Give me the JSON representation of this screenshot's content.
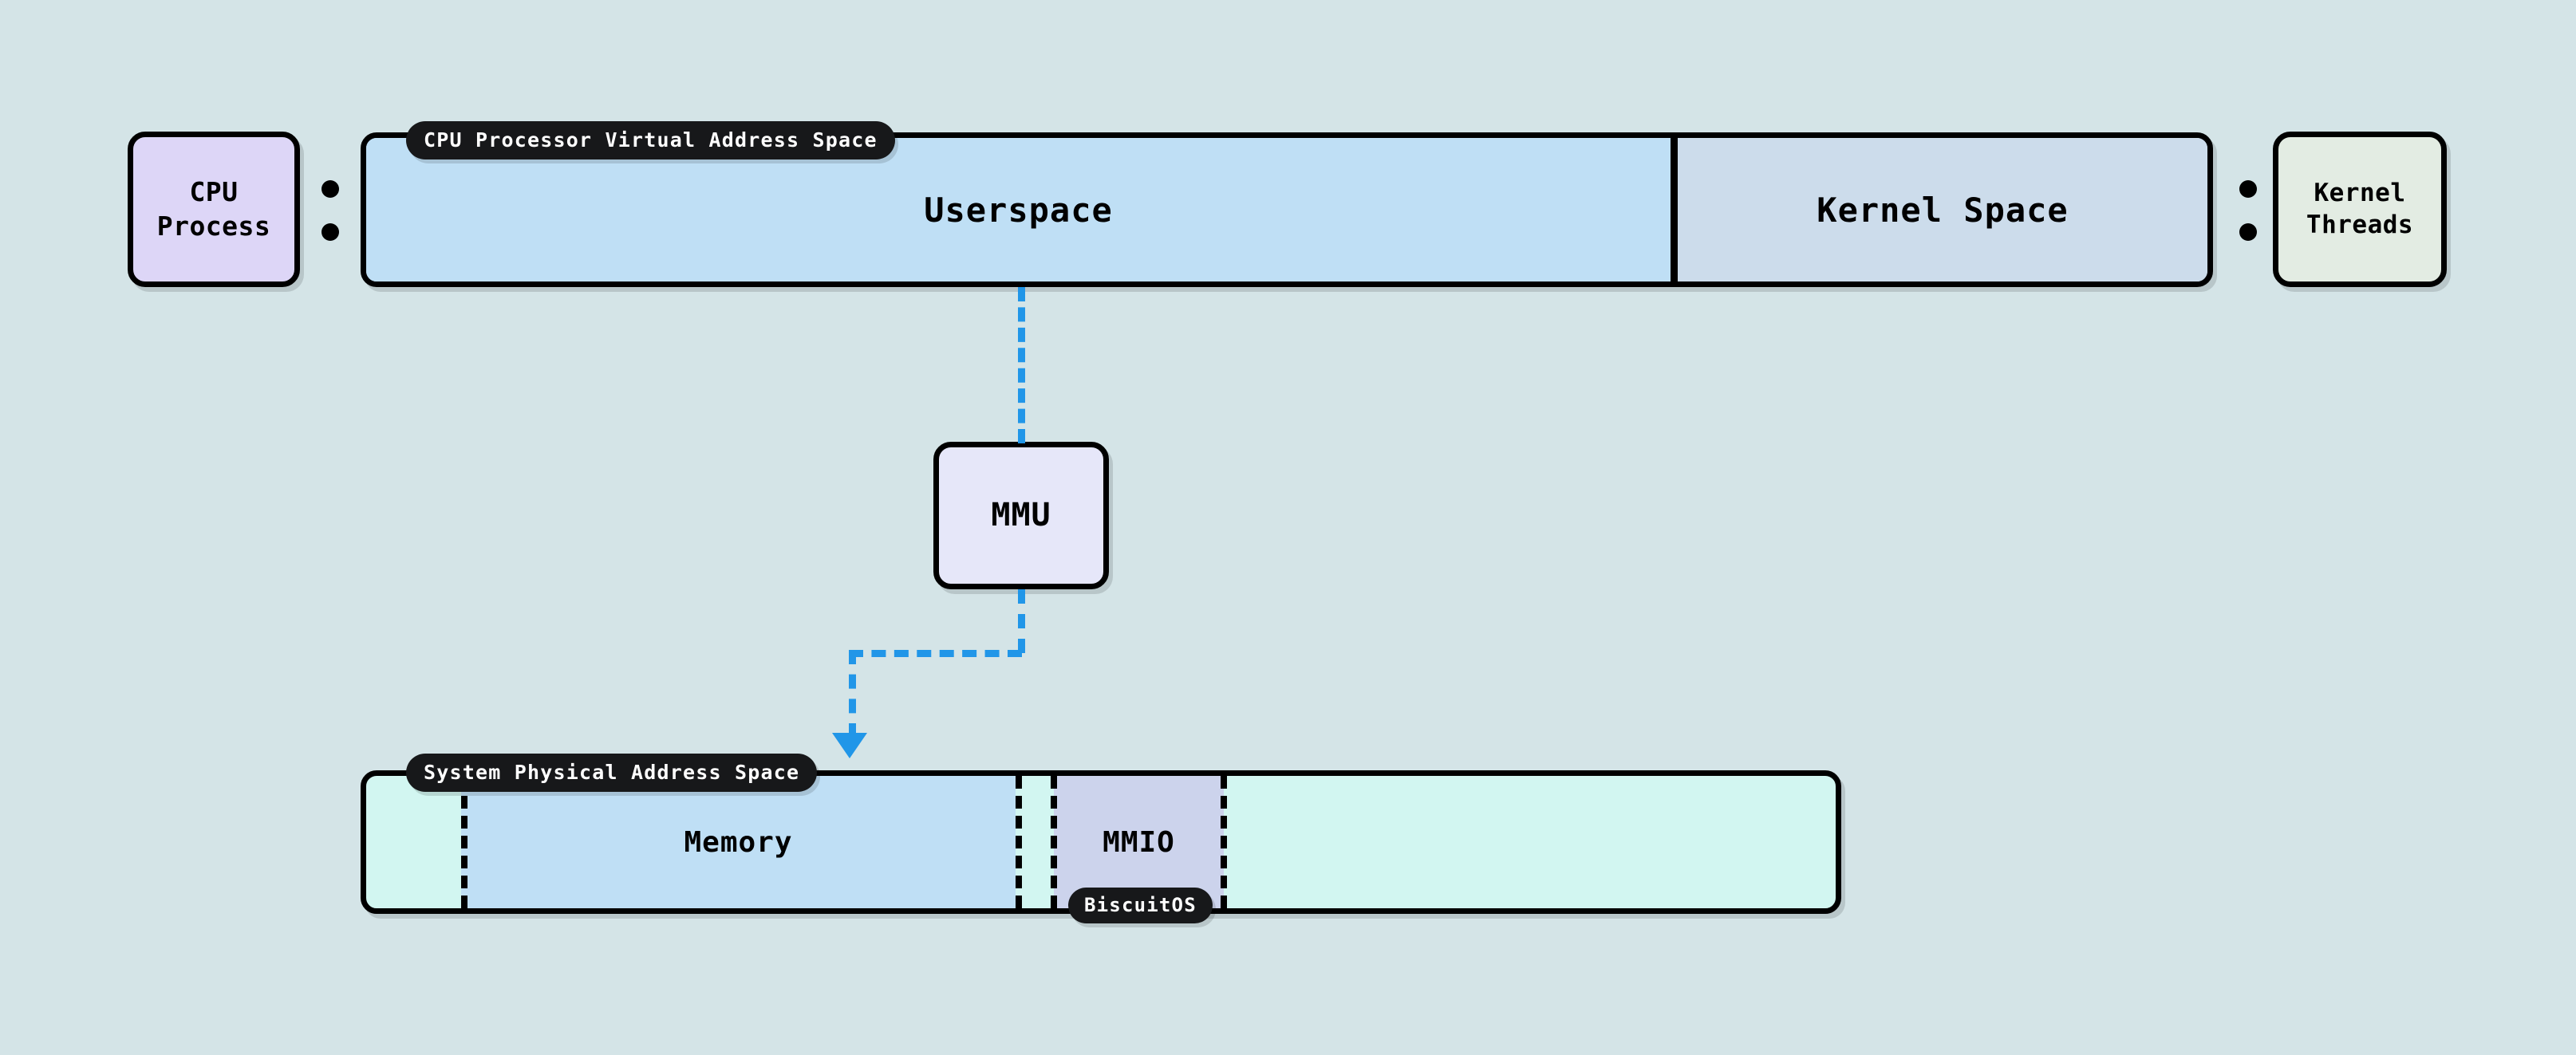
{
  "background_color": "#d4e4e7",
  "nodes": {
    "cpu_process": {
      "label": "CPU\nProcess",
      "fill": "#ddd6f7"
    },
    "kernel_threads": {
      "label": "Kernel\nThreads",
      "fill": "#e3ece3"
    },
    "mmu": {
      "label": "MMU",
      "fill": "#e6e7f9"
    }
  },
  "virtual_address_space": {
    "pill_label": "CPU Processor Virtual Address Space",
    "segments": [
      {
        "label": "Userspace",
        "fill": "#bfdff5"
      },
      {
        "label": "Kernel Space",
        "fill": "#ccdceb"
      }
    ]
  },
  "physical_address_space": {
    "pill_label": "System Physical Address Space",
    "segments": [
      {
        "label": "",
        "fill": "#d2f6f1"
      },
      {
        "label": "Memory",
        "fill": "#bfdff5"
      },
      {
        "label": "",
        "fill": "#d2f6f1"
      },
      {
        "label": "MMIO",
        "fill": "#ccd3ec"
      },
      {
        "label": "",
        "fill": "#d2f6f1"
      }
    ],
    "annotation_pill": "BiscuitOS"
  },
  "connectors": {
    "color": "#2196e8",
    "style": "dashed",
    "flow": "Userspace -> MMU -> Memory"
  },
  "separators": {
    "colon_glyph": ":"
  }
}
